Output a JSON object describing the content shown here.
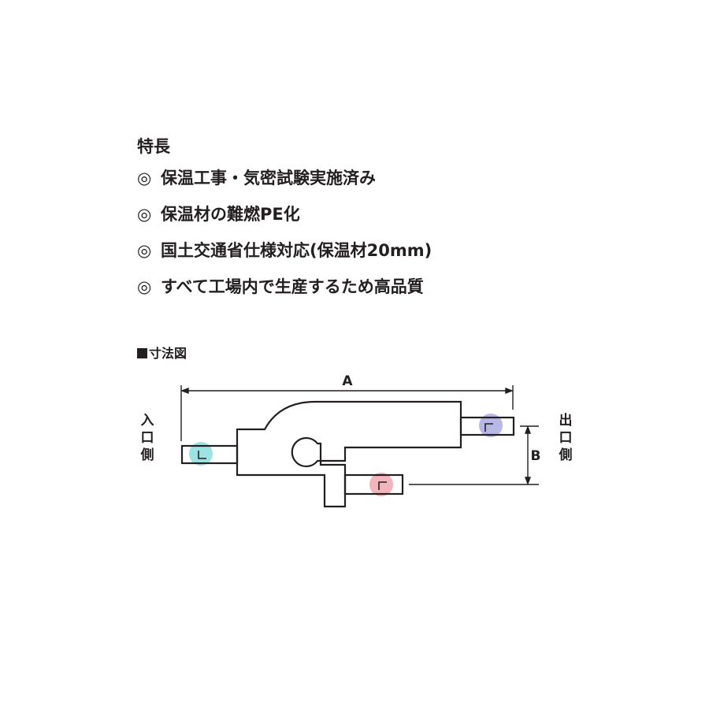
{
  "features": {
    "title": "特長",
    "bullet_mark": "◎",
    "items": [
      "保温工事・気密試験実施済み",
      "保温材の難燃PE化",
      "国土交通省仕様対応(保温材20mm)",
      "すべて工場内で生産するため高品質"
    ]
  },
  "dimension": {
    "heading": "寸法図",
    "label_a": "A",
    "label_b": "B",
    "inlet": [
      "入",
      "口",
      "側"
    ],
    "outlet": [
      "出",
      "口",
      "側"
    ]
  },
  "colors": {
    "line": "#231f20",
    "inlet_marker": "#9ee3e3",
    "outlet_upper_marker": "#b8b8e6",
    "outlet_lower_marker": "#f4b4bc"
  }
}
